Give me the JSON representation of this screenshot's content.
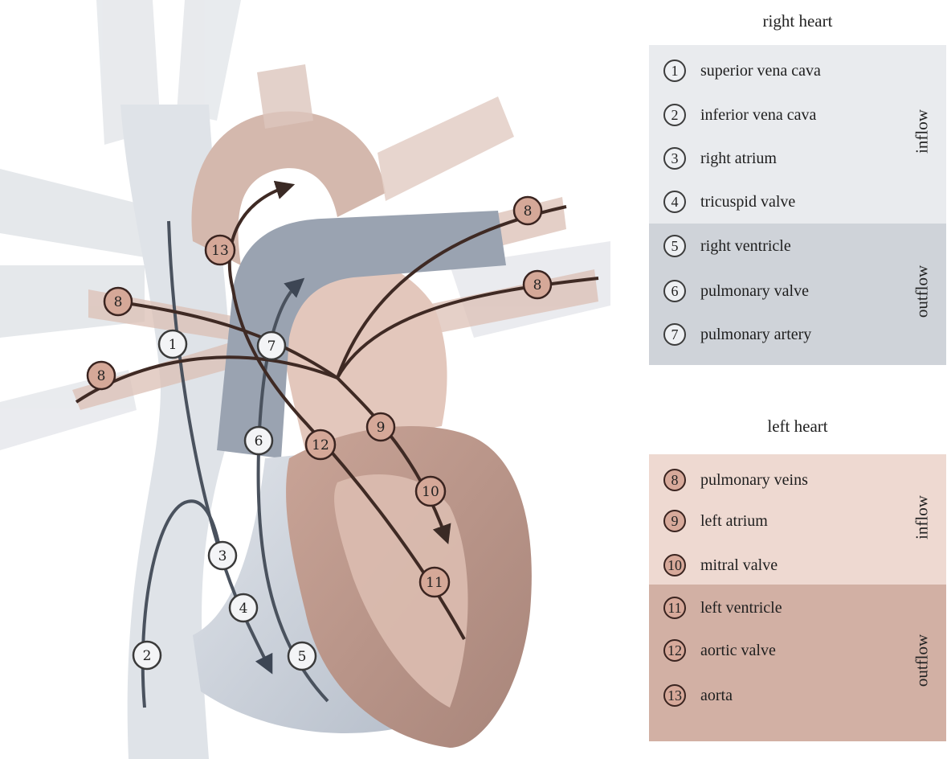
{
  "legend": {
    "right_title": "right heart",
    "left_title": "left heart",
    "inflow": "inflow",
    "outflow": "outflow",
    "right_items": [
      {
        "num": "1",
        "label": "superior vena cava"
      },
      {
        "num": "2",
        "label": "inferior vena cava"
      },
      {
        "num": "3",
        "label": "right atrium"
      },
      {
        "num": "4",
        "label": "tricuspid valve"
      },
      {
        "num": "5",
        "label": "right ventricle"
      },
      {
        "num": "6",
        "label": "pulmonary valve"
      },
      {
        "num": "7",
        "label": "pulmonary artery"
      }
    ],
    "left_items": [
      {
        "num": "8",
        "label": "pulmonary veins"
      },
      {
        "num": "9",
        "label": "left atrium"
      },
      {
        "num": "10",
        "label": "mitral valve"
      },
      {
        "num": "11",
        "label": "left ventricle"
      },
      {
        "num": "12",
        "label": "aortic valve"
      },
      {
        "num": "13",
        "label": "aorta"
      }
    ],
    "colors": {
      "right_inflow_bg": "#e9ebee",
      "right_outflow_bg": "#cfd3d9",
      "left_inflow_bg": "#eed9d1",
      "left_outflow_bg": "#d2b0a4"
    }
  },
  "markers": {
    "m1": "1",
    "m2": "2",
    "m3": "3",
    "m4": "4",
    "m5": "5",
    "m6": "6",
    "m7": "7",
    "m8a": "8",
    "m8b": "8",
    "m8c": "8",
    "m8d": "8",
    "m9": "9",
    "m10": "10",
    "m11": "11",
    "m12": "12",
    "m13": "13"
  }
}
